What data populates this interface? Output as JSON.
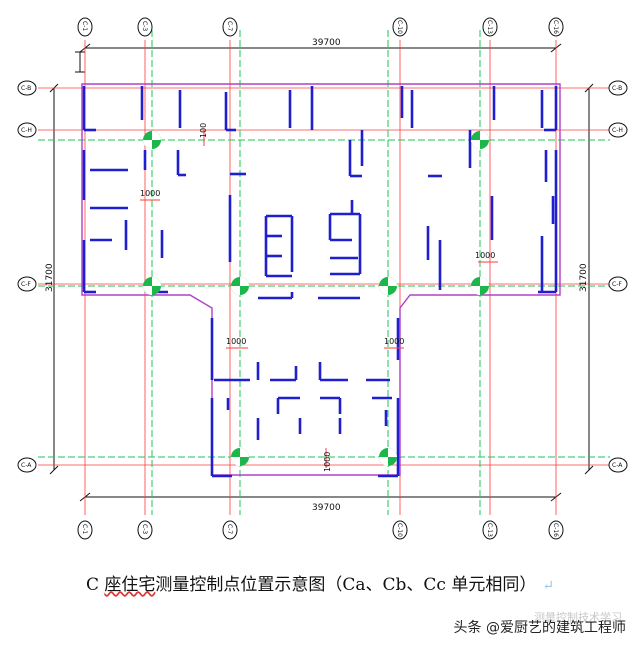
{
  "diagram": {
    "axis_labels_top": [
      "C-1",
      "C-3",
      "C-7",
      "C-10",
      "C-13",
      "C-16"
    ],
    "axis_labels_bottom": [
      "C-1",
      "C-3",
      "C-7",
      "C-10",
      "C-13",
      "C-16"
    ],
    "axis_labels_left": [
      "C-B",
      "C-H",
      "C-F",
      "C-A"
    ],
    "axis_labels_right": [
      "C-B",
      "C-H",
      "C-F",
      "C-A"
    ],
    "dimension_top": "39700",
    "dimension_bottom": "39700",
    "dimension_left": "31700",
    "dimension_right": "31700",
    "offset_labels": [
      "100",
      "1000",
      "1000",
      "1000",
      "1000",
      "1000"
    ],
    "colors": {
      "axis_line": "#ff3b3b",
      "grid_line": "#22c35a",
      "outline": "#b040c8",
      "wall": "#1f1fd0",
      "control_point": "#1db64a"
    }
  },
  "caption": {
    "prefix": "C",
    "underlined": "座住宅",
    "rest": "测量控制点位置示意图（Ca、Cb、Cc 单元相同）",
    "mark": "↵"
  },
  "watermark": {
    "faint": "测量控制技术学习",
    "text": "头条 @爱厨艺的建筑工程师"
  }
}
